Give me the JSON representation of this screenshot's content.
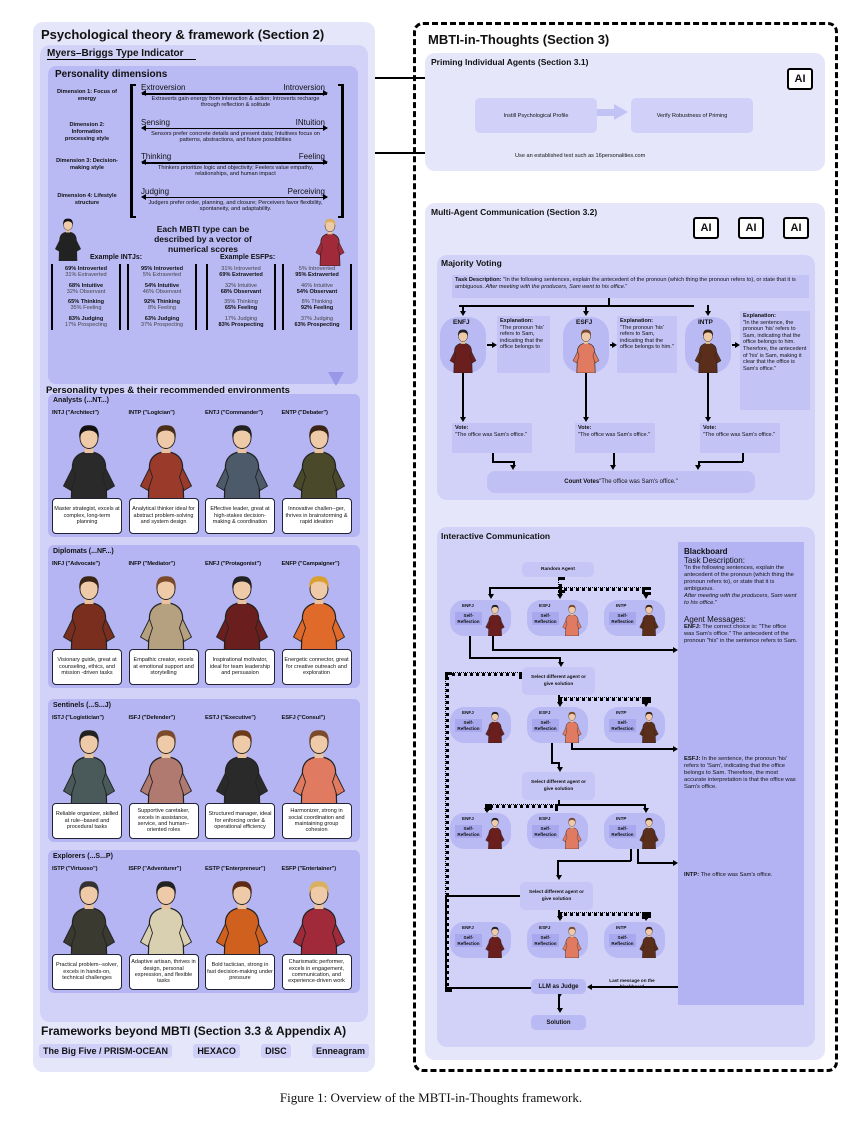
{
  "left": {
    "title": "Psychological theory & framework (Section 2)",
    "mbti_title": "Myers–Briggs Type Indicator",
    "dimensions_title": "Personality dimensions",
    "dimensions": [
      {
        "label": "Dimension 1: Focus of energy",
        "left": "Extroversion",
        "right": "Introversion",
        "desc": "Extraverts gain energy from interaction & action; Introverts recharge through reflection & solitude"
      },
      {
        "label": "Dimension 2: Information processing style",
        "left": "Sensing",
        "right": "INtuition",
        "desc": "Sensors prefer concrete details and present data; Intuitives focus on patterns, abstractions, and future possibilities"
      },
      {
        "label": "Dimension 3: Decision-making style",
        "left": "Thinking",
        "right": "Feeling",
        "desc": "Thinkers prioritize logic and objectivity; Feelers value empathy, relationships, and human impact"
      },
      {
        "label": "Dimension 4: Lifestyle structure",
        "left": "Judging",
        "right": "Perceiving",
        "desc": "Judgers prefer order, planning, and closure; Perceivers favor flexibility, spontaneity, and adaptability."
      }
    ],
    "vector_caption": "Each MBTI type can be described by a vector of numerical scores",
    "examples": [
      {
        "label": "Example INTJs:",
        "vectors": [
          [
            [
              "69% Introverted",
              true
            ],
            [
              "31% Extraverted",
              false
            ],
            [
              "68% Intuitive",
              true
            ],
            [
              "32% Observant",
              false
            ],
            [
              "65% Thinking",
              true
            ],
            [
              "35% Feeling",
              false
            ],
            [
              "83% Judging",
              true
            ],
            [
              "17% Prospecting",
              false
            ]
          ],
          [
            [
              "95% Introverted",
              true
            ],
            [
              "5% Extraverted",
              false
            ],
            [
              "54% Intuitive",
              true
            ],
            [
              "46% Observant",
              false
            ],
            [
              "92% Thinking",
              true
            ],
            [
              "8% Feeling",
              false
            ],
            [
              "63% Judging",
              true
            ],
            [
              "37% Prospecting",
              false
            ]
          ]
        ]
      },
      {
        "label": "Example ESFPs:",
        "vectors": [
          [
            [
              "31% Introverted",
              false
            ],
            [
              "69% Extraverted",
              true
            ],
            [
              "32% Intuitive",
              false
            ],
            [
              "68% Observant",
              true
            ],
            [
              "35% Thinking",
              false
            ],
            [
              "65% Feeling",
              true
            ],
            [
              "17% Judging",
              false
            ],
            [
              "83% Prospecting",
              true
            ]
          ],
          [
            [
              "5% Introverted",
              false
            ],
            [
              "95% Extraverted",
              true
            ],
            [
              "46% Intuitive",
              false
            ],
            [
              "54% Observant",
              true
            ],
            [
              "8% Thinking",
              false
            ],
            [
              "92% Feeling",
              true
            ],
            [
              "37% Judging",
              false
            ],
            [
              "63% Prospecting",
              true
            ]
          ]
        ]
      }
    ],
    "types_title": "Personality types & their recommended environments",
    "groups": [
      {
        "title": "Analysts (...NT...)",
        "types": [
          {
            "name": "INTJ (\"Architect\")",
            "desc": "Master strategist, excels at complex, long-term planning",
            "shirt": "#2a2a2a",
            "hair": "#111"
          },
          {
            "name": "INTP (\"Logician\")",
            "desc": "Analytical thinker ideal for abstract problem-solving and system design",
            "shirt": "#9a3a2a",
            "hair": "#4a2e1a"
          },
          {
            "name": "ENTJ (\"Commander\")",
            "desc": "Effective leader, great at high-stakes decision-making & coordination",
            "shirt": "#4d5a6a",
            "hair": "#222"
          },
          {
            "name": "ENTP (\"Debater\")",
            "desc": "Innovative challen--ger, thrives in brainstorming & rapid ideation",
            "shirt": "#4a4a2a",
            "hair": "#3a2414"
          }
        ]
      },
      {
        "title": "Diplomats (...NF...)",
        "types": [
          {
            "name": "INFJ (\"Advocate\")",
            "desc": "Visionary guide, great at counseling, ethics, and mission -driven tasks",
            "shirt": "#7a2e1e",
            "hair": "#3a2414"
          },
          {
            "name": "INFP (\"Mediator\")",
            "desc": "Empathic creator, excels at emotional support and storytelling",
            "shirt": "#b5a080",
            "hair": "#7a4a2a"
          },
          {
            "name": "ENFJ (\"Protagonist\")",
            "desc": "Inspirational motivator, ideal for team leadership and persuasion",
            "shirt": "#6a1e1e",
            "hair": "#222"
          },
          {
            "name": "ENFP (\"Campaigner\")",
            "desc": "Energetic connector, great for creative outreach and exploration",
            "shirt": "#e06a2a",
            "hair": "#d9a030"
          }
        ]
      },
      {
        "title": "Sentinels (...S...J)",
        "types": [
          {
            "name": "ISTJ (\"Logistician\")",
            "desc": "Reliable organizer, skilled at rule--based and procedural tasks",
            "shirt": "#4a5a5a",
            "hair": "#222"
          },
          {
            "name": "ISFJ (\"Defender\")",
            "desc": "Supportive caretaker, excels in assistance, service, and human--oriented roles",
            "shirt": "#b07a70",
            "hair": "#7a4a2a"
          },
          {
            "name": "ESTJ (\"Executive\")",
            "desc": "Structured manager, ideal for enforcing order & operational efficiency",
            "shirt": "#2a2a2a",
            "hair": "#6a3a1a"
          },
          {
            "name": "ESFJ (\"Consul\")",
            "desc": "Harmonizer, strong in social coordination and maintaining group cohesion",
            "shirt": "#e07a60",
            "hair": "#7a4a2a"
          }
        ]
      },
      {
        "title": "Explorers (...S...P)",
        "types": [
          {
            "name": "ISTP (\"Virtuoso\")",
            "desc": "Practical problem--solver, excels in hands-on, technical challenges",
            "shirt": "#3a3a30",
            "hair": "#333"
          },
          {
            "name": "ISFP (\"Adventurer\")",
            "desc": "Adaptive artisan, thrives in design, personal expression, and flexible tasks",
            "shirt": "#d8d0b0",
            "hair": "#222"
          },
          {
            "name": "ESTP (\"Enterpreneur\")",
            "desc": "Bold tactician, strong in fast decision-making under pressure",
            "shirt": "#d0601e",
            "hair": "#5a2a14"
          },
          {
            "name": "ESFP (\"Entertainer\")",
            "desc": "Charismatic performer, excels in engagement, communication, and experience-driven work",
            "shirt": "#a02a3a",
            "hair": "#d9b060"
          }
        ]
      }
    ],
    "frameworks_title": "Frameworks beyond MBTI (Section 3.3 & Appendix A)",
    "frameworks": [
      "The Big Five / PRISM-OCEAN",
      "HEXACO",
      "DISC",
      "Enneagram"
    ]
  },
  "right": {
    "title": "MBTI-in-Thoughts (Section 3)",
    "ai_label": "AI",
    "priming": {
      "title": "Priming Individual Agents (Section 3.1)",
      "step1": "Instill Psychological Profile",
      "step2": "Verify Robustness of Priming",
      "note": "Use an established test such as 16personalities.com"
    },
    "multi": {
      "title": "Multi-Agent Communication (Section 3.2)",
      "voting": {
        "title": "Majority Voting",
        "task_label": "Task Description:",
        "task_text": " \"In the following sentences, explain the antecedent of the pronoun (which thing the pronoun refers to), or state that it is ambiguous. ",
        "task_italic": "After meeting with the producers, Sam went to his office",
        "task_end": ".\"",
        "agents": [
          {
            "name": "ENFJ",
            "expl_label": "Explanation:",
            "expl": "\"The pronoun 'his' refers to Sam, indicating that the office belongs to",
            "vote_label": "Vote:",
            "vote": "\"The office was Sam's office.\""
          },
          {
            "name": "ESFJ",
            "expl_label": "Explanation:",
            "expl": "\"The pronoun 'his' refers to Sam, indicating that the office belongs to him.\"",
            "vote_label": "Vote:",
            "vote": "\"The office was Sam's office.\""
          },
          {
            "name": "INTP",
            "expl_label": "Explanation:",
            "expl": "\"In the sentence, the pronoun 'his' refers to Sam, indicating that the office belongs to him. Therefore, the antecedent of 'his' is Sam, making it clear that the office is Sam's office.\"",
            "vote_label": "Vote:",
            "vote": "\"The office was Sam's office.\""
          }
        ],
        "count_label": "Count Votes",
        "count_text": " \"The office was Sam's office.\""
      },
      "interactive": {
        "title": "Interactive Communication",
        "random_agent": "Random Agent",
        "select": "Select different agent or give solution",
        "self_reflection": "Self-Reflection",
        "agents": [
          "ENFJ",
          "ESFJ",
          "INTP"
        ],
        "judge": "LLM as Judge",
        "solution": "Solution",
        "last_message": "Last message on the blackboard",
        "blackboard": {
          "title": "Blackboard",
          "task_heading": "Task Description:",
          "task_text": "\"In the following sentences, explain the antecedent of the pronoun (which thing the pronoun refers to), or state that it is ambiguous.",
          "task_italic": "After meeting with the producers, Sam went to his office.\"",
          "messages_heading": "Agent Messages:",
          "messages": [
            {
              "agent": "ENFJ:",
              "text": " The correct choice is: \"The office was Sam's office.\" The antecedent of the pronoun \"his\" in the sentence refers to Sam."
            },
            {
              "agent": "ESFJ:",
              "text": " In the sentence, the pronoun 'his' refers to 'Sam', indicating that the office belongs to Sam. Therefore, the most accurate interpretation is that the office was Sam's office."
            },
            {
              "agent": "INTP:",
              "text": " The office was Sam's office."
            }
          ]
        }
      }
    }
  },
  "caption": "Figure 1: Overview of the MBTI-in-Thoughts framework."
}
